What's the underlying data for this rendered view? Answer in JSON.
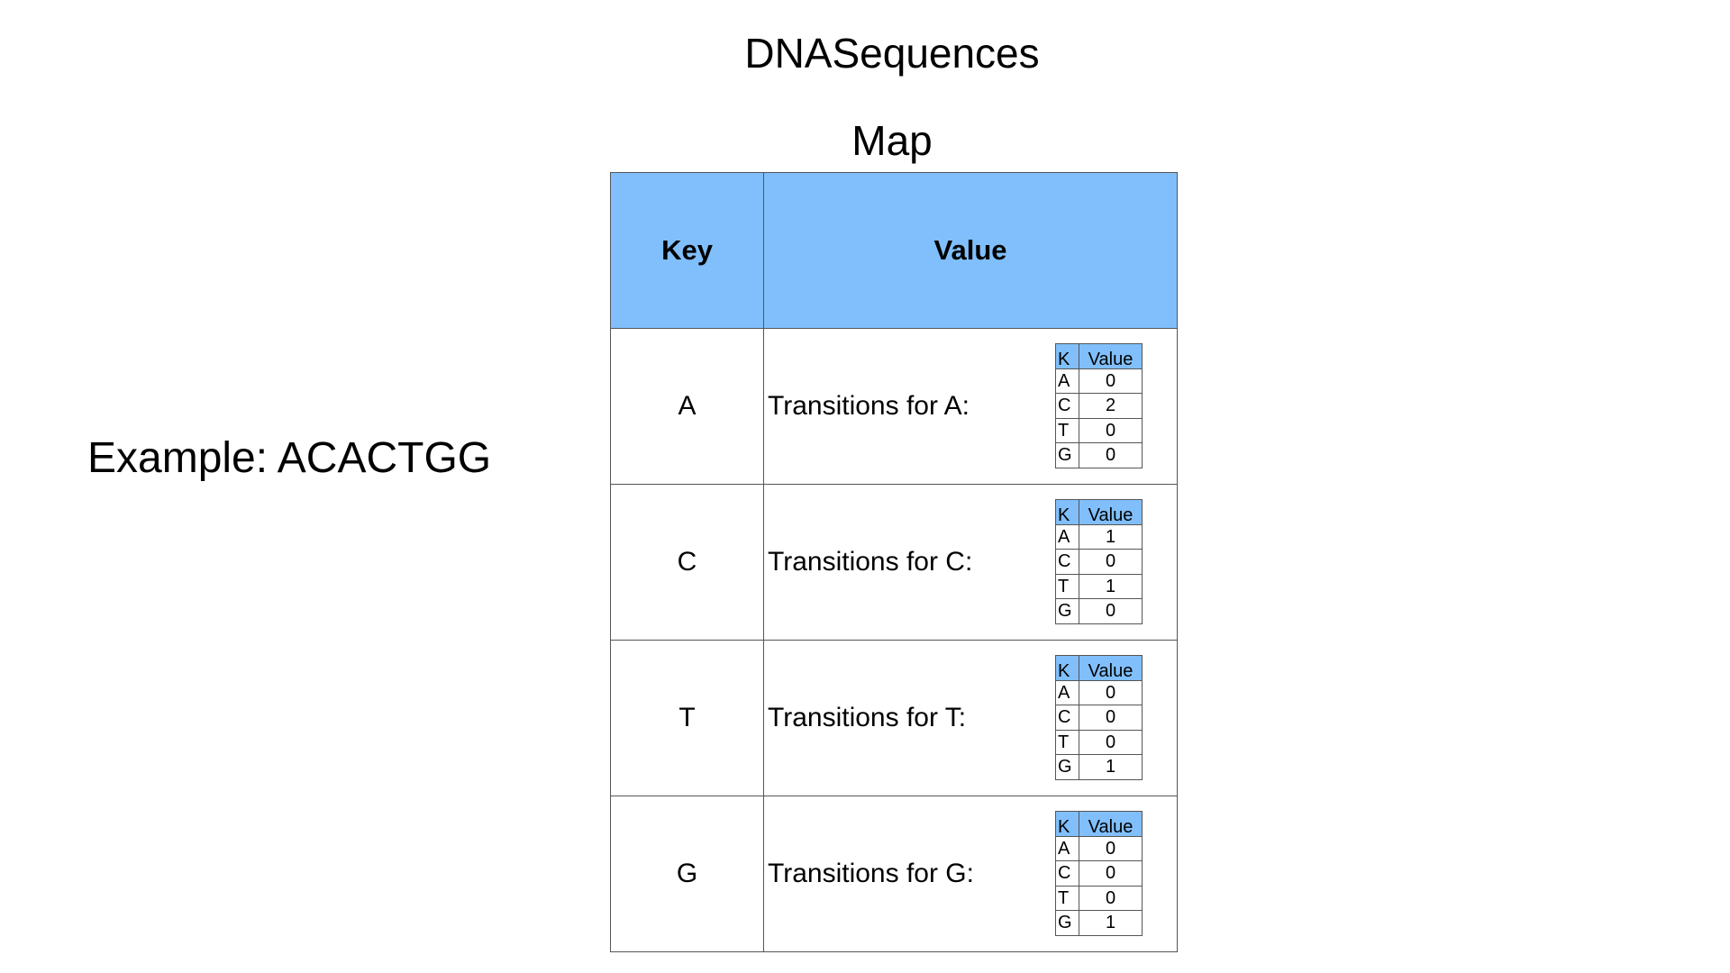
{
  "titles": {
    "main": "DNASequences",
    "map": "Map"
  },
  "example": "Example: ACACTGG",
  "map": {
    "headers": {
      "key": "Key",
      "value": "Value"
    },
    "rows": [
      {
        "key": "A",
        "label": "Transitions for A:",
        "inner": {
          "headers": {
            "key": "K",
            "value": "Value"
          },
          "rows": [
            {
              "k": "A",
              "v": "0"
            },
            {
              "k": "C",
              "v": "2"
            },
            {
              "k": "T",
              "v": "0"
            },
            {
              "k": "G",
              "v": "0"
            }
          ]
        }
      },
      {
        "key": "C",
        "label": "Transitions for C:",
        "inner": {
          "headers": {
            "key": "K",
            "value": "Value"
          },
          "rows": [
            {
              "k": "A",
              "v": "1"
            },
            {
              "k": "C",
              "v": "0"
            },
            {
              "k": "T",
              "v": "1"
            },
            {
              "k": "G",
              "v": "0"
            }
          ]
        }
      },
      {
        "key": "T",
        "label": "Transitions for T:",
        "inner": {
          "headers": {
            "key": "K",
            "value": "Value"
          },
          "rows": [
            {
              "k": "A",
              "v": "0"
            },
            {
              "k": "C",
              "v": "0"
            },
            {
              "k": "T",
              "v": "0"
            },
            {
              "k": "G",
              "v": "1"
            }
          ]
        }
      },
      {
        "key": "G",
        "label": "Transitions for G:",
        "inner": {
          "headers": {
            "key": "K",
            "value": "Value"
          },
          "rows": [
            {
              "k": "A",
              "v": "0"
            },
            {
              "k": "C",
              "v": "0"
            },
            {
              "k": "T",
              "v": "0"
            },
            {
              "k": "G",
              "v": "1"
            }
          ]
        }
      }
    ]
  }
}
